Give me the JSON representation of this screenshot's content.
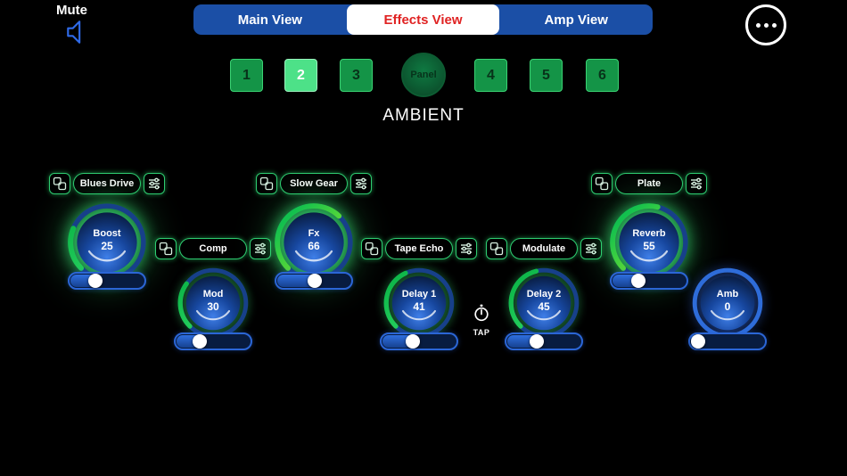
{
  "colors": {
    "accent_green": "#2ecc71",
    "track_blue": "#17408a",
    "tab_bar_blue": "#1b4fa6",
    "tab_active_bg": "#ffffff",
    "tab_active_text": "#e02323",
    "preset_green": "#149447",
    "preset_selected": "#4de188",
    "knob_blue": "#2a6adf",
    "gauge_green": "#35e06a",
    "gauge_red": "#ec2414",
    "background": "#000000"
  },
  "top_bar": {
    "mute_label": "Mute",
    "speaker_icon": "speaker-icon",
    "more_icon": "ellipsis-icon",
    "tabs": [
      {
        "label": "Main View",
        "active": false
      },
      {
        "label": "Effects View",
        "active": true
      },
      {
        "label": "Amp View",
        "active": false
      }
    ]
  },
  "preset_row": {
    "buttons": [
      {
        "label": "1",
        "selected": false
      },
      {
        "label": "2",
        "selected": true
      },
      {
        "label": "3",
        "selected": false
      },
      {
        "label": "4",
        "selected": false
      },
      {
        "label": "5",
        "selected": false
      },
      {
        "label": "6",
        "selected": false
      }
    ],
    "panel_label": "Panel"
  },
  "preset_title": "AMBIENT",
  "tap": {
    "label": "TAP",
    "icon": "tap-tempo-icon"
  },
  "effects": [
    {
      "name": "Blues Drive",
      "knob_label": "Boost",
      "value": 25,
      "slider_pct": 30,
      "state": "on"
    },
    {
      "name": "Comp",
      "knob_label": "Mod",
      "value": 30,
      "slider_pct": 28,
      "state": "dim"
    },
    {
      "name": "Slow Gear",
      "knob_label": "Fx",
      "value": 66,
      "slider_pct": 52,
      "state": "on"
    },
    {
      "name": "Tape Echo",
      "knob_label": "Delay 1",
      "value": 41,
      "slider_pct": 40,
      "state": "dim"
    },
    {
      "name": "Modulate",
      "knob_label": "Delay 2",
      "value": 45,
      "slider_pct": 38,
      "state": "dim"
    },
    {
      "name": "Plate",
      "knob_label": "Reverb",
      "value": 55,
      "slider_pct": 32,
      "state": "on"
    },
    {
      "knob_label": "Amb",
      "value": 0,
      "slider_pct": 0,
      "state": "off"
    }
  ]
}
